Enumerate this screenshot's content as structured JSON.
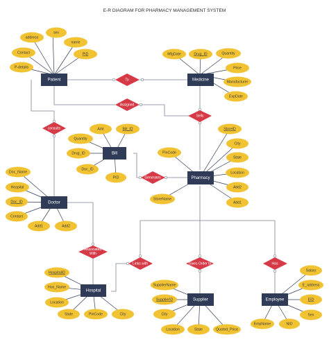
{
  "title": "E-R DIAGRAM FOR PHARMACY MANAGEMENT SYSTEM",
  "entities": {
    "patient": "Patient",
    "medicine": "Medicine",
    "bill": "Bill",
    "pharmacy": "Pharmacy",
    "doctor": "Doctor",
    "hospital": "Hospital",
    "supplier": "Supplier",
    "employee": "Employee"
  },
  "relationships": {
    "to": "To",
    "assigned": "Assigned",
    "sells": "Sells",
    "consults": "consults",
    "generates": "Generates",
    "associated_with": "Associated With",
    "links_with": "Links with",
    "gives_order_to": "Gives Order to",
    "has": "Has"
  },
  "attributes": {
    "patient": [
      "address",
      "sex",
      "name",
      "Contact",
      "PID",
      "P-details"
    ],
    "medicine": [
      "MfgDate",
      "Drug_ID",
      "Quantity",
      "Price",
      "Manufacturer",
      "ExpDate"
    ],
    "bill": [
      "Amt",
      "Bill_ID",
      "Quantity",
      "Drug_ID",
      "Doc_ID",
      "PID"
    ],
    "pharmacy": [
      "PinCode",
      "StoreID",
      "City",
      "State",
      "Location",
      "Add2",
      "Add1",
      "StoreName"
    ],
    "doctor": [
      "Doc_Name",
      "Hospital",
      "Doc_ID",
      "Contact",
      "Add1",
      "Add2"
    ],
    "hospital": [
      "HospitalID",
      "Hos_Name",
      "Location",
      "State",
      "PinCode",
      "City"
    ],
    "supplier": [
      "SupplierName",
      "SupplierID",
      "City",
      "Location",
      "State",
      "Quoted_Price"
    ],
    "employee": [
      "Salary",
      "E_address",
      "EID",
      "Sex",
      "EmpName",
      "NID"
    ]
  }
}
